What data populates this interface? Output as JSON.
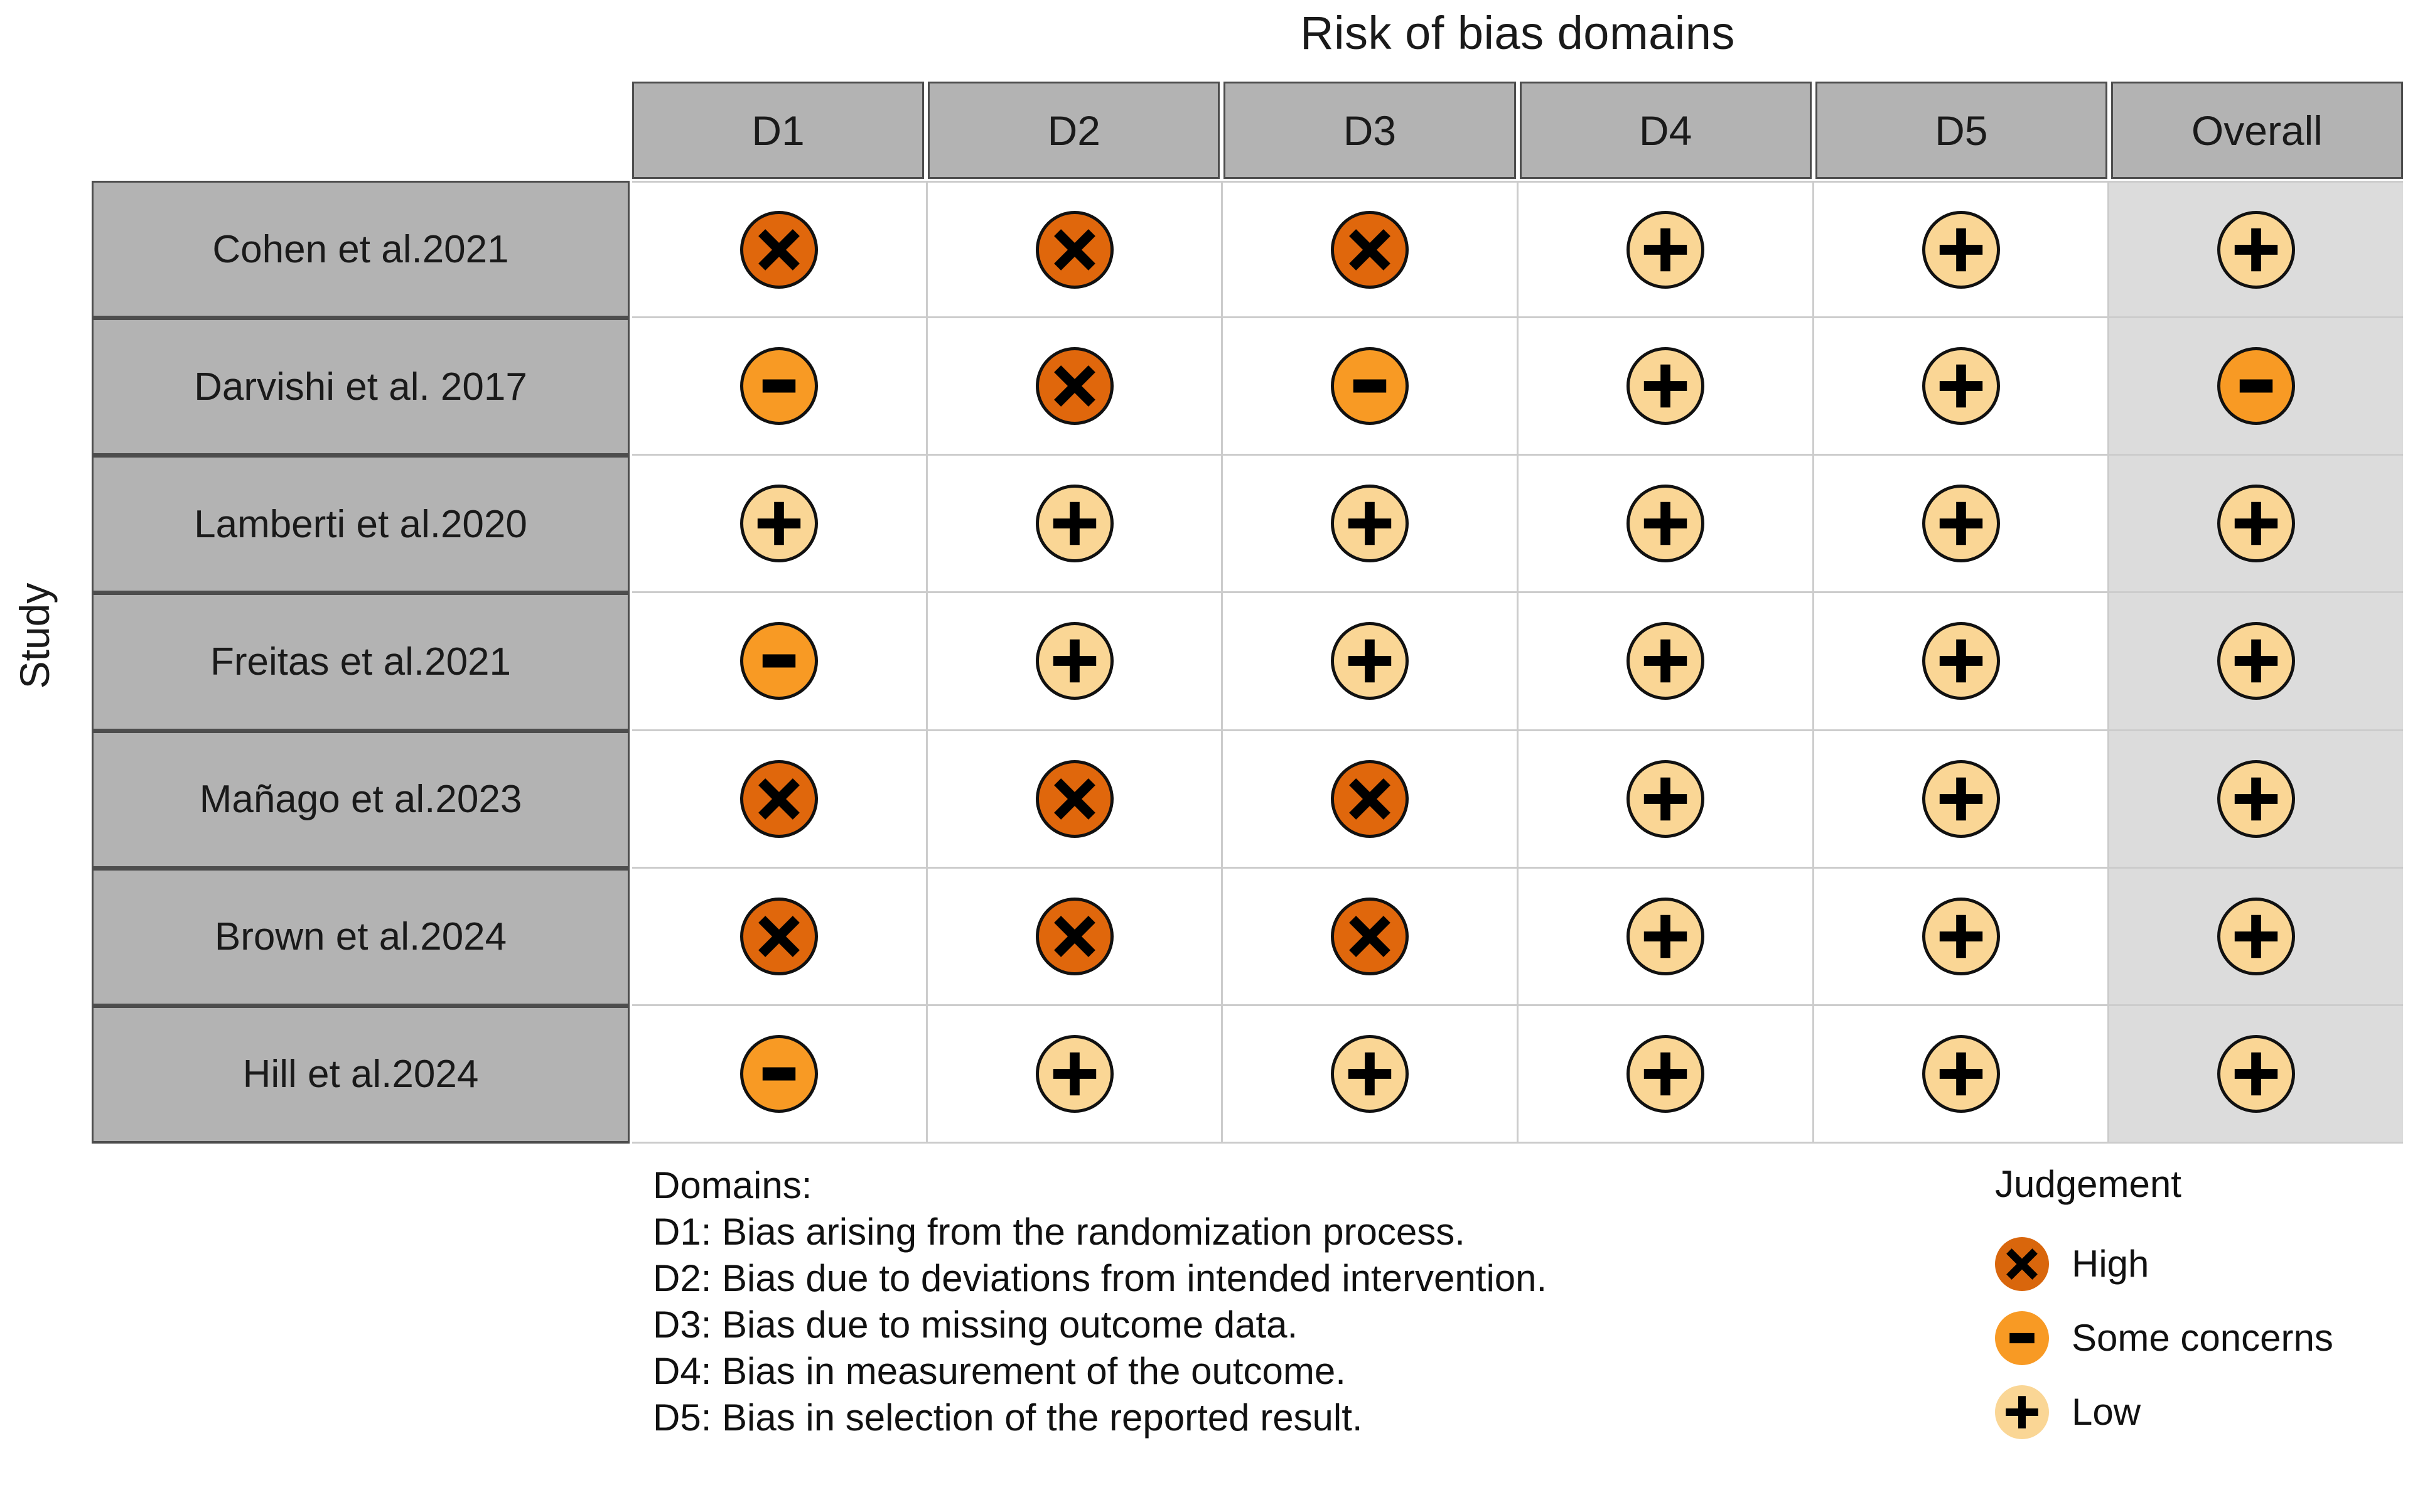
{
  "chart_data": {
    "type": "table",
    "title": "Risk of bias domains",
    "ylabel": "Study",
    "columns": [
      "D1",
      "D2",
      "D3",
      "D4",
      "D5",
      "Overall"
    ],
    "rows": [
      {
        "study": "Cohen et al.2021",
        "judgements": [
          "High",
          "High",
          "High",
          "Low",
          "Low",
          "Low"
        ]
      },
      {
        "study": "Darvishi et al. 2017",
        "judgements": [
          "Some concerns",
          "High",
          "Some concerns",
          "Low",
          "Low",
          "Some concerns"
        ]
      },
      {
        "study": "Lamberti et al.2020",
        "judgements": [
          "Low",
          "Low",
          "Low",
          "Low",
          "Low",
          "Low"
        ]
      },
      {
        "study": "Freitas et al.2021",
        "judgements": [
          "Some concerns",
          "Low",
          "Low",
          "Low",
          "Low",
          "Low"
        ]
      },
      {
        "study": "Mañago et al.2023",
        "judgements": [
          "High",
          "High",
          "High",
          "Low",
          "Low",
          "Low"
        ]
      },
      {
        "study": "Brown et al.2024",
        "judgements": [
          "High",
          "High",
          "High",
          "Low",
          "Low",
          "Low"
        ]
      },
      {
        "study": "Hill et al.2024",
        "judgements": [
          "Some concerns",
          "Low",
          "Low",
          "Low",
          "Low",
          "Low"
        ]
      }
    ],
    "legend": {
      "title": "Judgement",
      "entries": [
        {
          "label": "High",
          "symbol": "X",
          "color": "#D9660C"
        },
        {
          "label": "Some concerns",
          "symbol": "-",
          "color": "#F89A24"
        },
        {
          "label": "Low",
          "symbol": "+",
          "color": "#FAD695"
        }
      ]
    },
    "domains_legend": {
      "heading": "Domains:",
      "items": [
        "D1: Bias arising from the randomization process.",
        "D2: Bias due to deviations from intended intervention.",
        "D3: Bias due to missing outcome data.",
        "D4: Bias in measurement of the outcome.",
        "D5: Bias in selection of the reported result."
      ]
    },
    "colors": {
      "high": "#E0670C",
      "some_concerns": "#F89A24",
      "low": "#FAD695",
      "header_gray": "#B3B3B3",
      "overall_column_gray": "#DCDCDC",
      "outline": "#111111"
    }
  }
}
